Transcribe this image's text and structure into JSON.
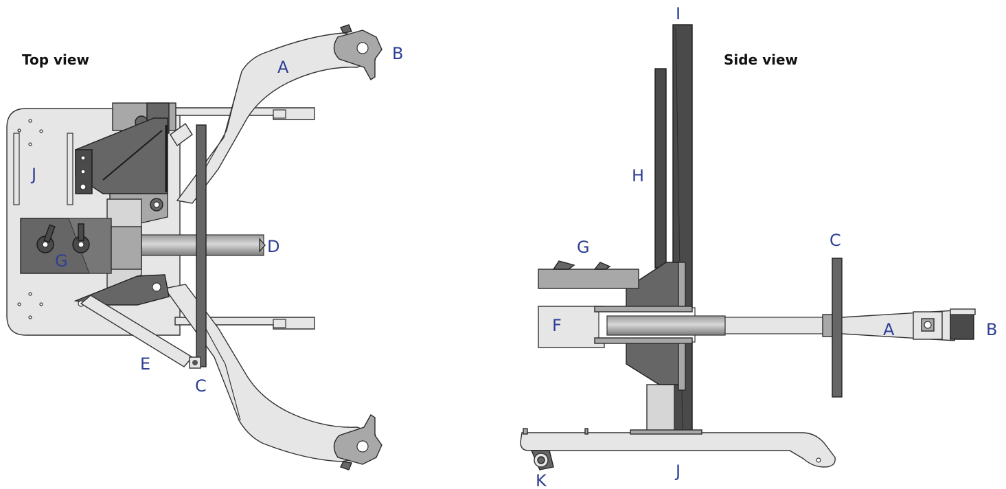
{
  "views": {
    "top_title": "Top view",
    "side_title": "Side view"
  },
  "labels": {
    "top": {
      "A": "A",
      "B": "B",
      "C": "C",
      "D": "D",
      "E": "E",
      "G": "G",
      "J": "J"
    },
    "side": {
      "A": "A",
      "B": "B",
      "C": "C",
      "F": "F",
      "G": "G",
      "H": "H",
      "I": "I",
      "J": "J",
      "K": "K"
    }
  }
}
